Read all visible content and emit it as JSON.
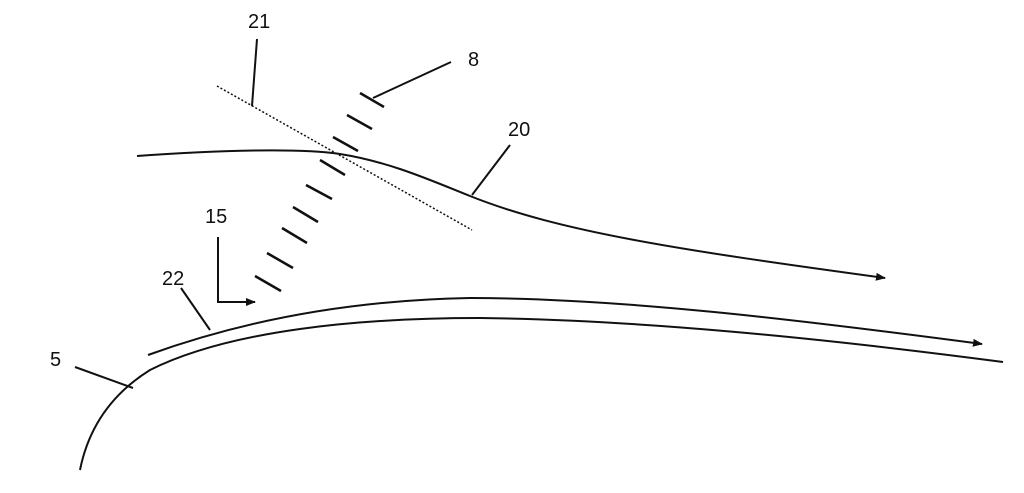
{
  "diagram": {
    "labels": {
      "airfoil": "5",
      "dashes": "8",
      "side_flow_arrow": "15",
      "upper_flow": "20",
      "dotted_line": "21",
      "surface_flow": "22"
    },
    "dash_count": 9,
    "line_color": "#111111"
  }
}
